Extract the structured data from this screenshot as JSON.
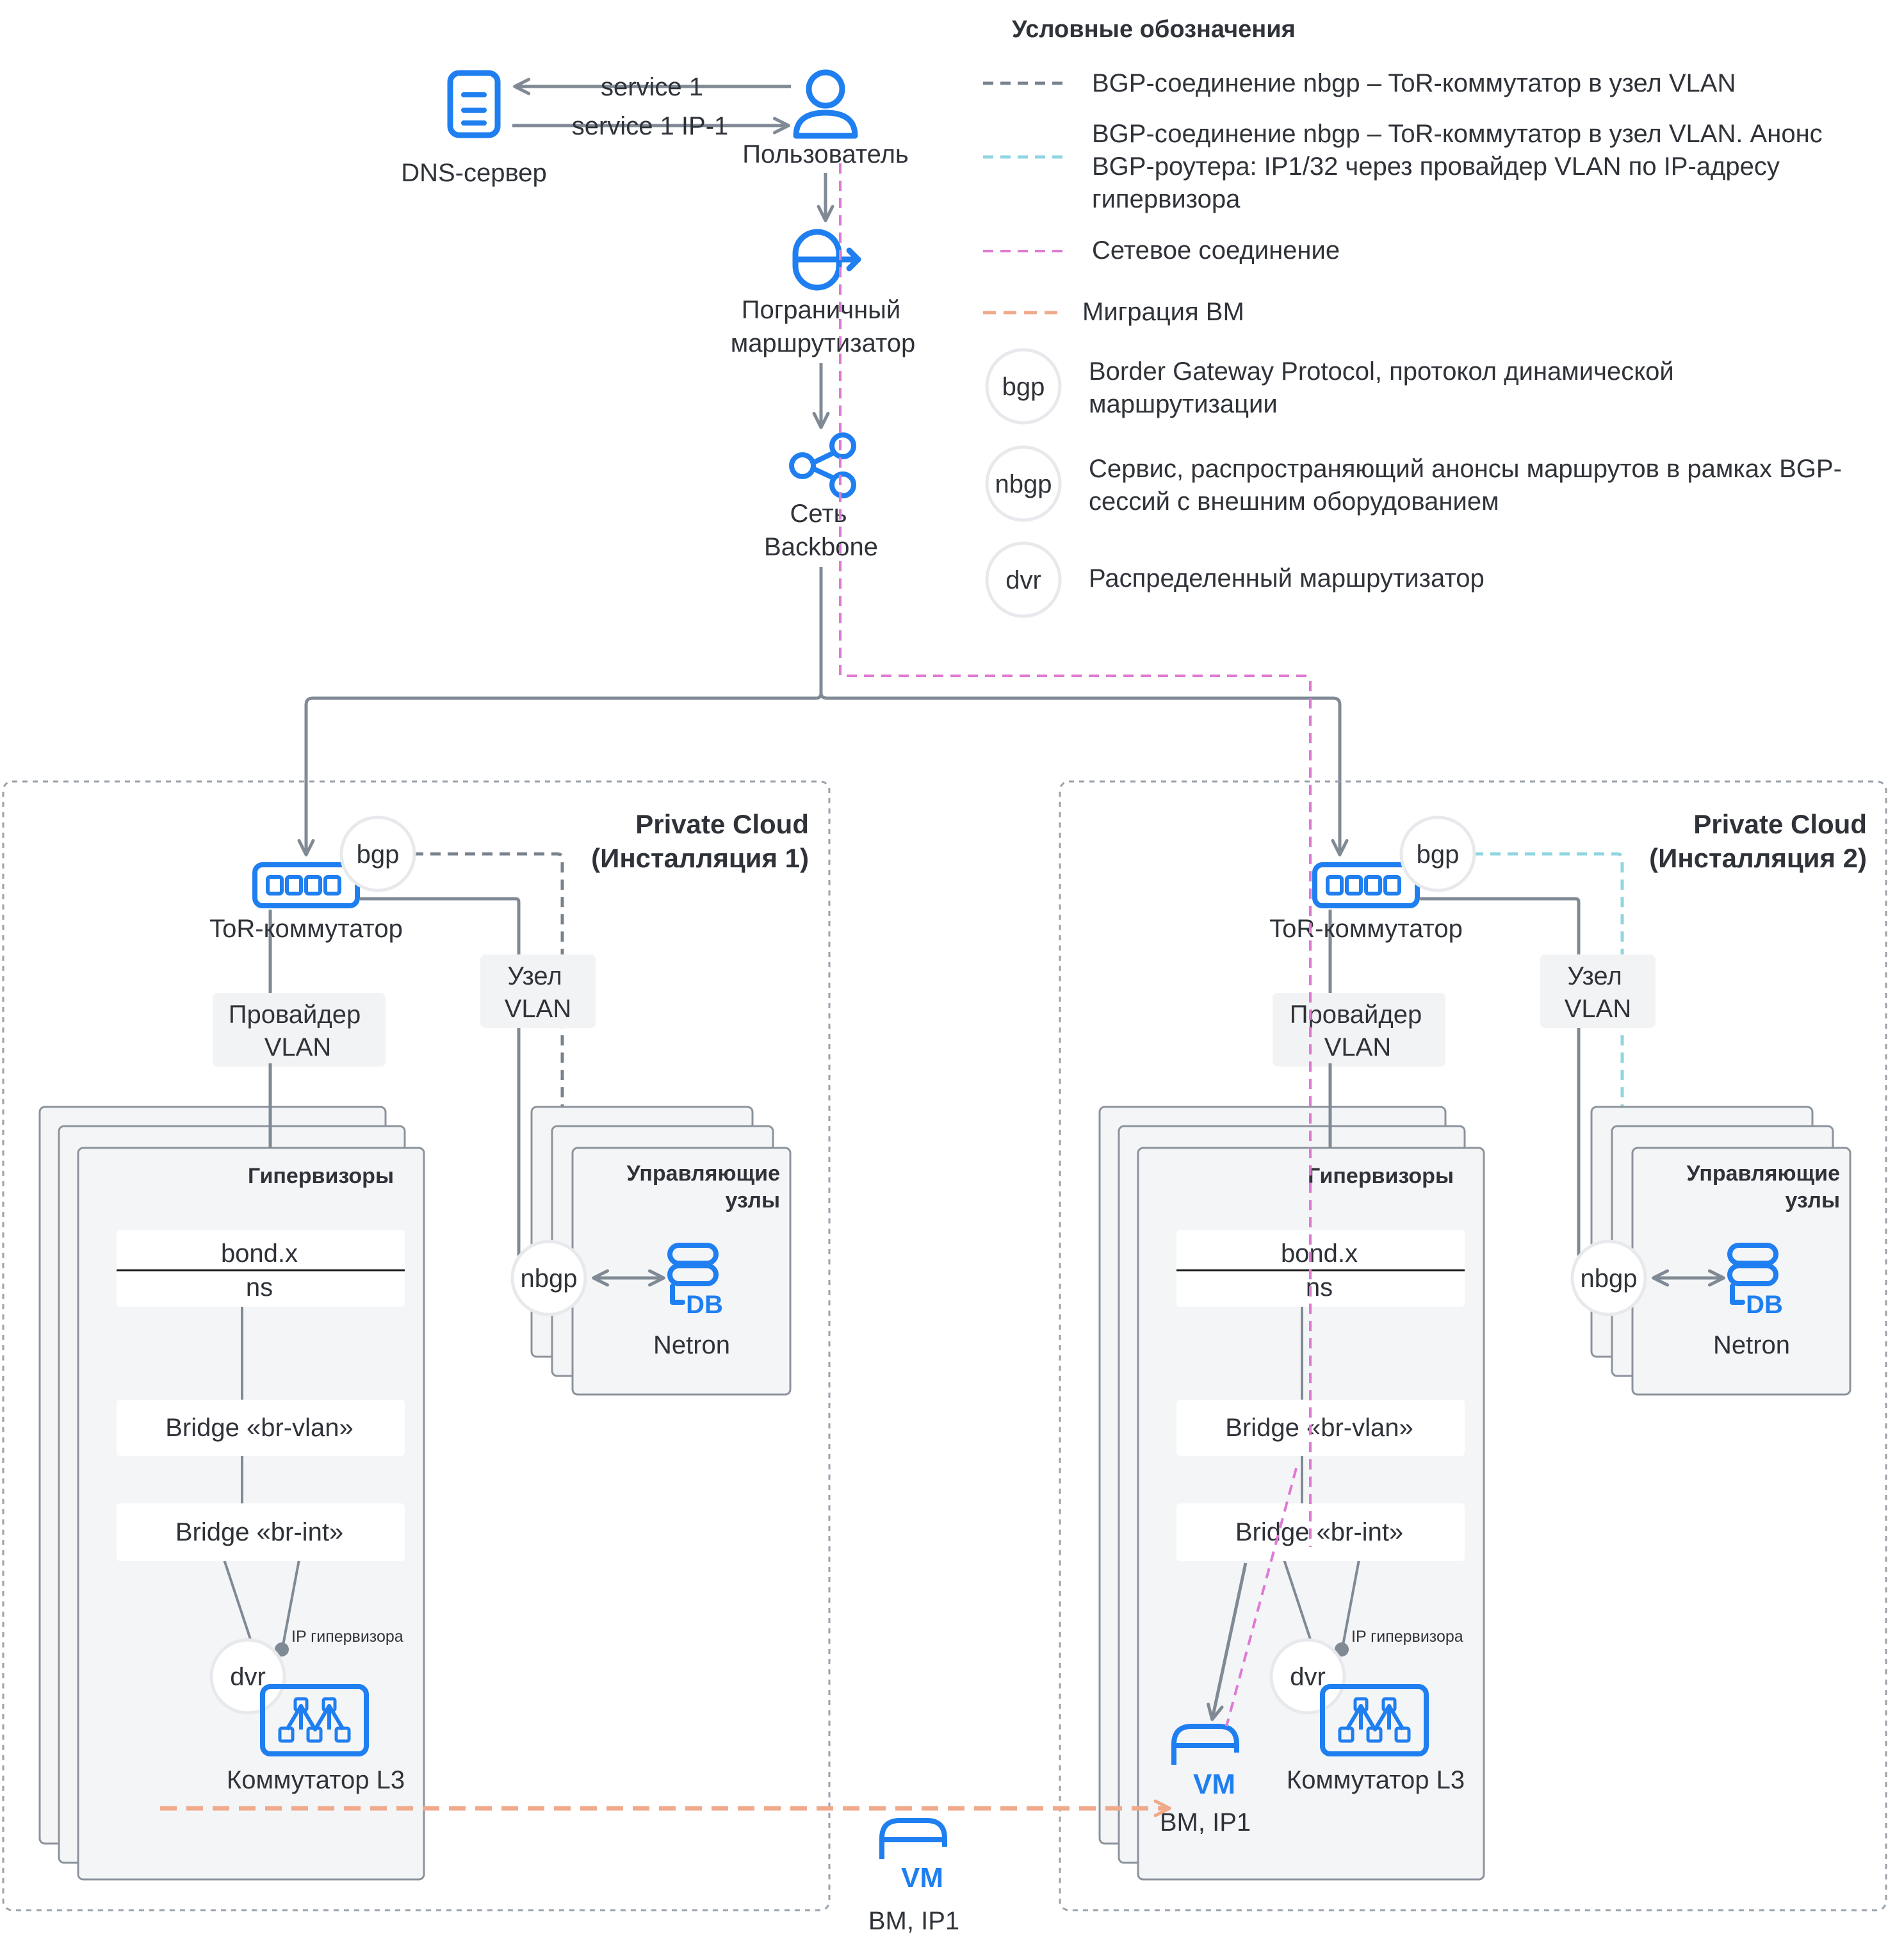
{
  "legend": {
    "title": "Условные обозначения",
    "items": [
      "BGP-соединение nbgp – ToR-коммутатор в узел VLAN",
      "BGP-соединение nbgp – ToR-коммутатор в узел VLAN. Анонс",
      "BGP-роутера: IP1/32 через провайдер VLAN по IP-адресу",
      "гипервизора",
      "Сетевое соединение",
      "Миграция ВМ",
      "Border Gateway Protocol, протокол динамической",
      "маршрутизации",
      "Сервис, распространяющий анонсы маршрутов в рамках BGP-",
      "сессий с внешним оборудованием",
      "Распределенный маршрутизатор"
    ],
    "circles": [
      "bgp",
      "nbgp",
      "dvr"
    ]
  },
  "top": {
    "dns_server": "DNS-сервер",
    "service_request": "service 1",
    "service_reply": "service 1 IP-1",
    "user": "Пользователь",
    "border_router_line1": "Пограничный",
    "border_router_line2": "маршрутизатор",
    "backbone_line1": "Сеть",
    "backbone_line2": "Backbone"
  },
  "clouds": [
    {
      "title_line1": "Private Cloud",
      "title_line2": "(Инсталляция 1)",
      "tor": "ToR-коммутатор",
      "bgp": "bgp",
      "provider_line1": "Провайдер",
      "provider_line2": "VLAN",
      "node_line1": "Узел",
      "node_line2": "VLAN",
      "hypervisors": "Гипервизоры",
      "bond": "bond.x",
      "ns": "ns",
      "br_vlan": "Bridge «br-vlan»",
      "br_int": "Bridge «br-int»",
      "ip_hyp": "IP гипервизора",
      "dvr": "dvr",
      "l3": "Коммутатор L3",
      "control_line1": "Управляющие",
      "control_line2": "узлы",
      "nbgp": "nbgp",
      "db": "DB",
      "netron": "Netron"
    },
    {
      "title_line1": "Private Cloud",
      "title_line2": "(Инсталляция 2)",
      "tor": "ToR-коммутатор",
      "bgp": "bgp",
      "provider_line1": "Провайдер",
      "provider_line2": "VLAN",
      "node_line1": "Узел",
      "node_line2": "VLAN",
      "hypervisors": "Гипервизоры",
      "bond": "bond.x",
      "ns": "ns",
      "br_vlan": "Bridge «br-vlan»",
      "br_int": "Bridge «br-int»",
      "ip_hyp": "IP гипервизора",
      "dvr": "dvr",
      "l3": "Коммутатор L3",
      "control_line1": "Управляющие",
      "control_line2": "узлы",
      "nbgp": "nbgp",
      "db": "DB",
      "netron": "Netron",
      "vm_label": "ВМ, IP1",
      "vm_icon": "VM"
    }
  ],
  "bottom_vm": {
    "label": "ВМ, IP1",
    "icon": "VM"
  },
  "colors": {
    "accent_blue": "#1f7ff0",
    "line_gray": "#808a95",
    "bgp_dash": "#79838e",
    "bgp_dash_cyan": "#8fd6e0",
    "network_pink": "#de7ad4",
    "migration_orange": "#f0a98a"
  }
}
